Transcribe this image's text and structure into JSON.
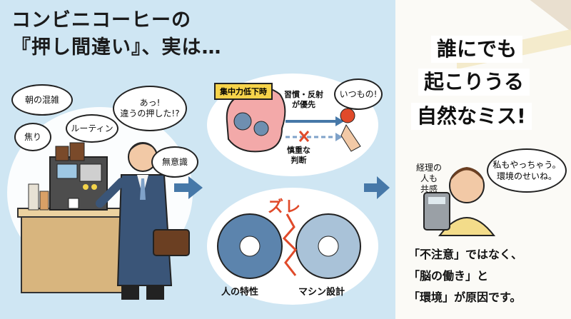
{
  "title": {
    "line1": "コンビニコーヒーの",
    "line2": "『押し間違い』、実は…"
  },
  "bubbles": {
    "asa": "朝の混雑",
    "aseri": "焦り",
    "routine": "ルーティン",
    "aa": "あっ!\n違うの押した!?",
    "muishiki": "無意識",
    "itsumo": "いつもの!"
  },
  "brain": {
    "label": "集中力低下時",
    "habit": "習慣・反射\nが優先",
    "careful": "慎重な\n判断"
  },
  "gears": {
    "zure": "ズレ",
    "human": "人の特性",
    "machine": "マシン設計"
  },
  "headline": {
    "line1": "誰にでも",
    "line2": "起こりうる",
    "line3": "自然なミス!"
  },
  "accountant": {
    "label": "経理の\n人も\n共感",
    "speech": "私もやっちゃう。\n環境のせいね。"
  },
  "conclusion": {
    "line1": "「不注意」ではなく、",
    "line2": "「脳の働き」と",
    "line3": "「環境」が原因です。"
  },
  "colors": {
    "left_bg": "#cfe6f3",
    "arrow": "#4678a8",
    "highlight": "#f6d34a",
    "accent_red": "#e04a2a"
  }
}
